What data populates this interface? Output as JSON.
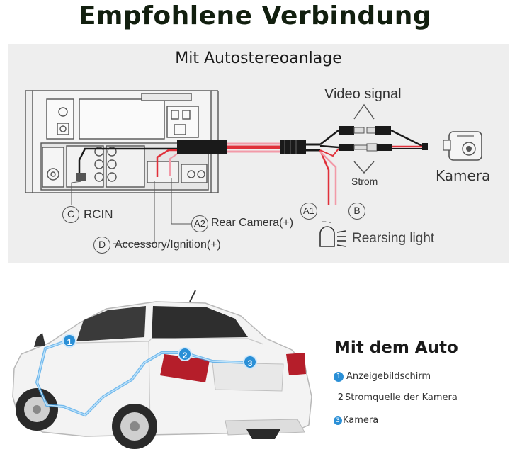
{
  "title": "Empfohlene Verbindung",
  "section_stereo": {
    "title": "Mit Autostereoanlage",
    "video_signal": "Video signal",
    "strom": "Strom",
    "kamera": "Kamera",
    "badge_a1": "A1",
    "badge_b": "B",
    "plus_minus": "+ -",
    "reversing_light": "Rearsing light",
    "badge_c": "C",
    "rcin": "RCIN",
    "badge_a2": "A2",
    "rear_camera": "Rear Camera(+)",
    "badge_d": "D",
    "accessory": "Accessory/Ignition(+)"
  },
  "section_car": {
    "title": "Mit dem Auto",
    "marker_1": "1",
    "marker_2": "2",
    "marker_3": "3",
    "items": [
      {
        "num": "1",
        "label": "Anzeigebildschirm"
      },
      {
        "num": "2",
        "label": "Stromquelle der Kamera"
      },
      {
        "num": "3",
        "label": "Kamera"
      }
    ]
  },
  "colors": {
    "wire_red": "#e0303a",
    "wire_pink": "#f29aa8",
    "wire_black": "#1a1a1a",
    "route_blue": "#3aa0e8",
    "badge_blue": "#2a8fd6"
  }
}
